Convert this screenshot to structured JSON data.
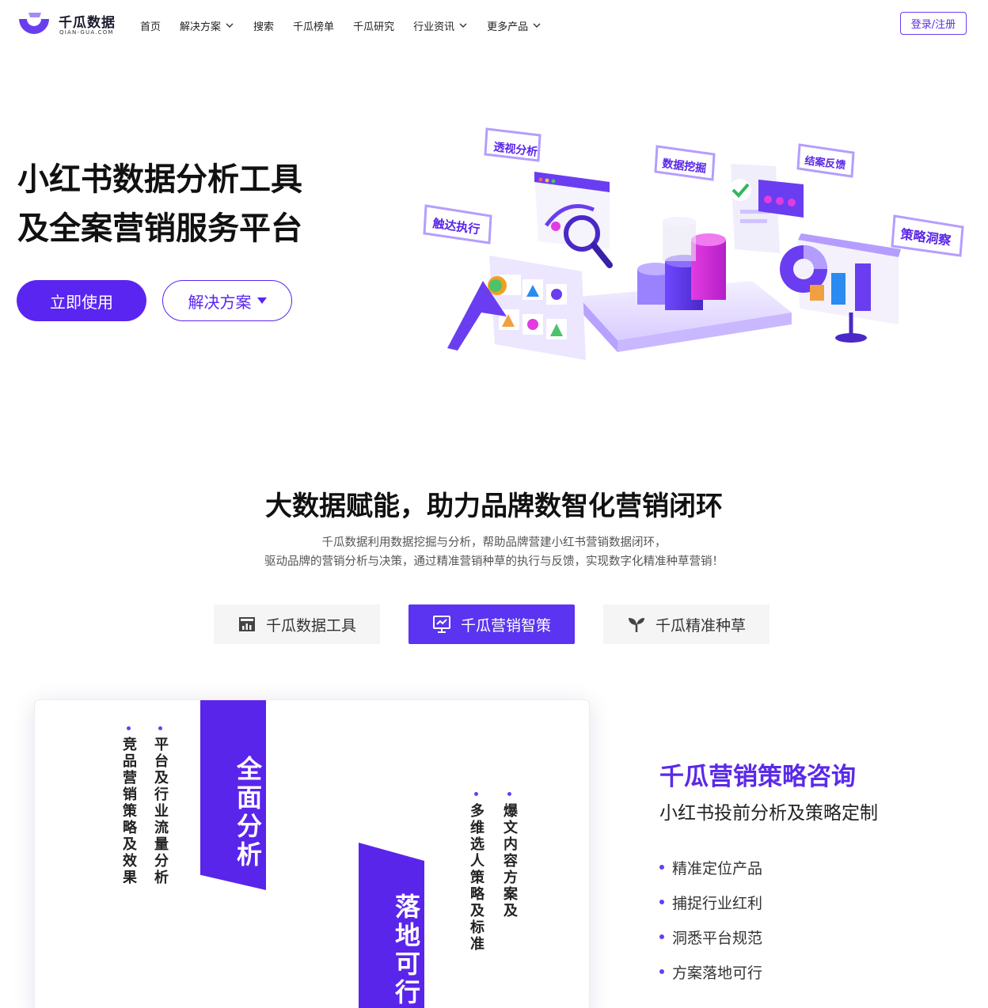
{
  "nav": {
    "logo_name": "千瓜数据",
    "logo_domain": "QIAN-GUA.COM",
    "items": [
      {
        "label": "首页",
        "dropdown": false
      },
      {
        "label": "解决方案",
        "dropdown": true
      },
      {
        "label": "搜索",
        "dropdown": false
      },
      {
        "label": "千瓜榜单",
        "dropdown": false
      },
      {
        "label": "千瓜研究",
        "dropdown": false
      },
      {
        "label": "行业资讯",
        "dropdown": true
      },
      {
        "label": "更多产品",
        "dropdown": true
      }
    ],
    "login_label": "登录/注册"
  },
  "hero": {
    "title_line1": "小红书数据分析工具",
    "title_line2": "及全案营销服务平台",
    "primary_button": "立即使用",
    "secondary_button": "解决方案",
    "illustration_tags": [
      "透视分析",
      "数据挖掘",
      "结案反馈",
      "触达执行",
      "策略洞察"
    ]
  },
  "section": {
    "title": "大数据赋能，助力品牌数智化营销闭环",
    "desc_line1": "千瓜数据利用数据挖掘与分析，帮助品牌营建小红书营销数据闭环，",
    "desc_line2": "驱动品牌的营销分析与决策，通过精准营销种草的执行与反馈，实现数字化精准种草营销！",
    "tabs": [
      {
        "label": "千瓜数据工具",
        "icon": "chart-icon",
        "active": false
      },
      {
        "label": "千瓜营销智策",
        "icon": "presentation-icon",
        "active": true
      },
      {
        "label": "千瓜精准种草",
        "icon": "sprout-icon",
        "active": false
      }
    ]
  },
  "card": {
    "col1": "竞品营销策略及效果",
    "col2": "平台及行业流量分析",
    "banner1": "全面分析",
    "banner2": "落地可行",
    "col3": "多维选人策略及标准",
    "col4": "爆文内容方案及"
  },
  "detail": {
    "title": "千瓜营销策略咨询",
    "subtitle": "小红书投前分析及策略定制",
    "bullets": [
      "精准定位产品",
      "捕捉行业红利",
      "洞悉平台规范",
      "方案落地可行"
    ]
  },
  "colors": {
    "brand": "#5a25f0",
    "accent_purple": "#6a3df0",
    "magenta": "#d726d6"
  }
}
